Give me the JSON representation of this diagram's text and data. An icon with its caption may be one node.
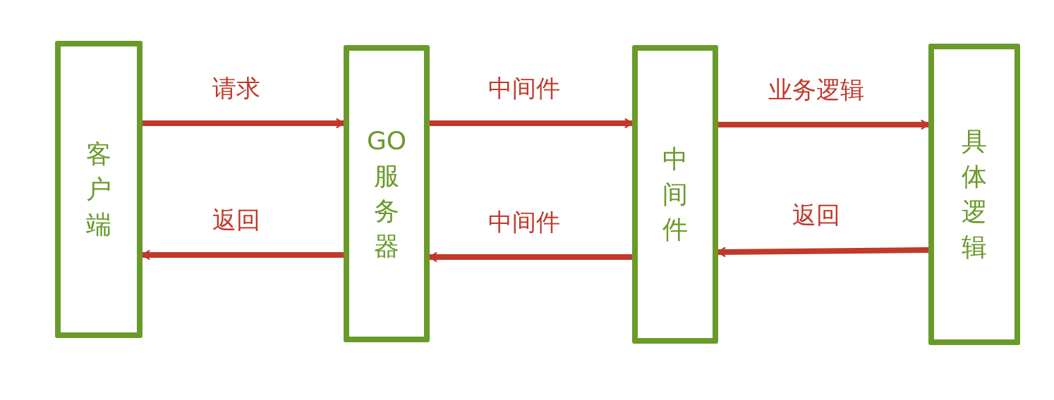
{
  "diagram": {
    "nodes": [
      {
        "text": [
          "客户端"
        ]
      },
      {
        "text": [
          "GO服务器"
        ]
      },
      {
        "text": [
          "中间件"
        ]
      },
      {
        "text": [
          "具体逻辑"
        ]
      }
    ],
    "edges": [
      {
        "from": 0,
        "to": 1,
        "arrow": "to",
        "label": "请求"
      },
      {
        "from": 1,
        "to": 2,
        "arrow": "to",
        "label": "中间件"
      },
      {
        "from": 2,
        "to": 3,
        "arrow": "to",
        "label": "业务逻辑"
      },
      {
        "from": 3,
        "to": 2,
        "arrow": "to",
        "label": "返回"
      },
      {
        "from": 2,
        "to": 1,
        "arrow": "to",
        "label": "中间件"
      },
      {
        "from": 1,
        "to": 0,
        "arrow": "to",
        "label": "返回"
      }
    ]
  }
}
